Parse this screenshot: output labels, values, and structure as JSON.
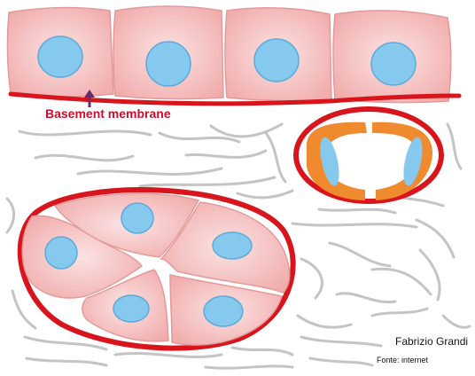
{
  "labels": {
    "basement_membrane": "Basement membrane",
    "author": "Fabrizio Grandi",
    "source": "Fonte: internet"
  },
  "colors": {
    "cell_fill": "#f4b9b9",
    "cell_edge": "#e39a9a",
    "nucleus": "#86c9ee",
    "membrane": "#d8141c",
    "endothelium": "#f08a2e",
    "fibers": "#c4c4c4",
    "arrow": "#6b2a6b"
  }
}
